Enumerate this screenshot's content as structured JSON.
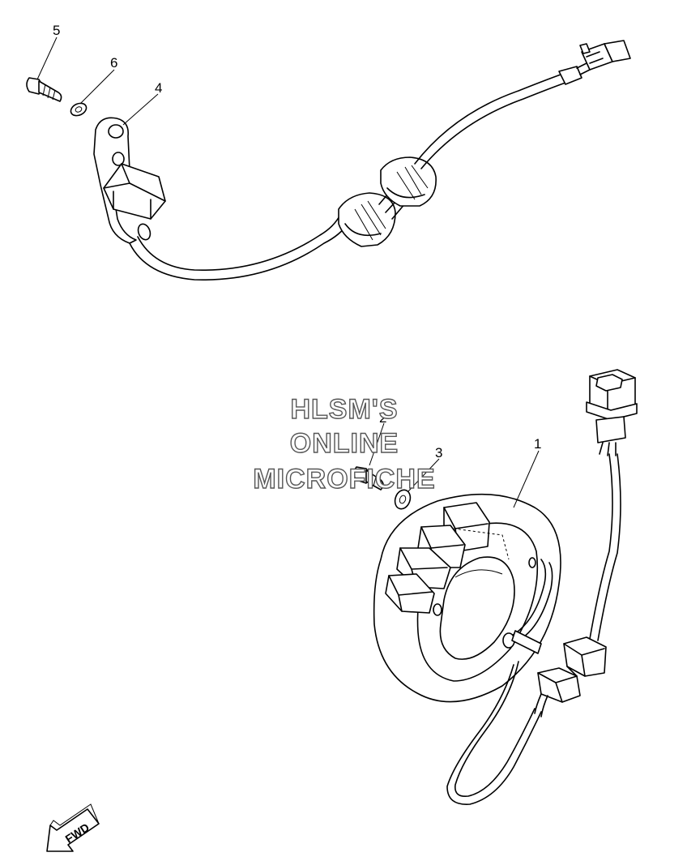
{
  "callouts": [
    {
      "id": "1",
      "label": "1"
    },
    {
      "id": "2",
      "label": "2"
    },
    {
      "id": "3",
      "label": "3"
    },
    {
      "id": "4",
      "label": "4"
    },
    {
      "id": "5",
      "label": "5"
    },
    {
      "id": "6",
      "label": "6"
    }
  ],
  "watermark": {
    "line1": "HLSM'S",
    "line2": "ONLINE",
    "line3": "MICROFICHE"
  },
  "direction_arrow": {
    "label": "FWD"
  }
}
